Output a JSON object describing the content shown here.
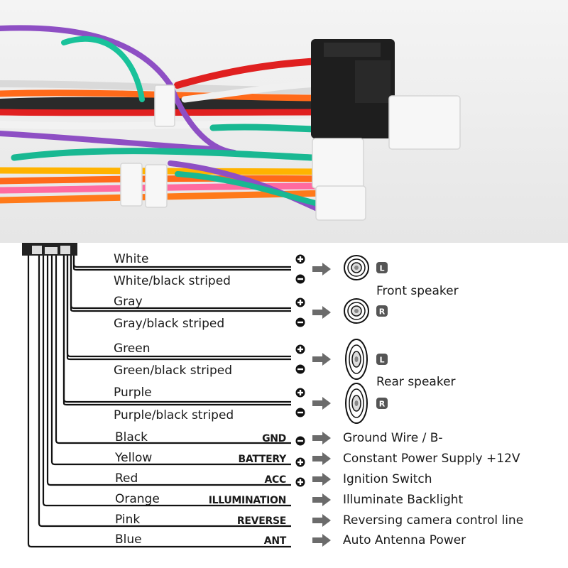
{
  "photo": {
    "subject": "wiring harness photo"
  },
  "speaker_pairs": [
    {
      "plus": "White",
      "minus": "White/black striped",
      "side": "L"
    },
    {
      "plus": "Gray",
      "minus": "Gray/black striped",
      "side": "R"
    },
    {
      "plus": "Green",
      "minus": "Green/black striped",
      "side": "L"
    },
    {
      "plus": "Purple",
      "minus": "Purple/black striped",
      "side": "R"
    }
  ],
  "speaker_groups": {
    "front": "Front speaker",
    "rear": "Rear speaker"
  },
  "power_wires": [
    {
      "color": "Black",
      "tag": "GND",
      "function": "Ground Wire / B-"
    },
    {
      "color": "Yellow",
      "tag": "BATTERY",
      "function": "Constant Power Supply +12V"
    },
    {
      "color": "Red",
      "tag": "ACC",
      "function": "Ignition Switch"
    },
    {
      "color": "Orange",
      "tag": "ILLUMINATION",
      "function": "Illuminate Backlight"
    },
    {
      "color": "Pink",
      "tag": "REVERSE",
      "function": "Reversing camera control line"
    },
    {
      "color": "Blue",
      "tag": "ANT",
      "function": "Auto  Antenna Power"
    }
  ],
  "colors": {
    "line": "#111111",
    "arrow": "#6b6b6b",
    "badge": "#555555"
  }
}
